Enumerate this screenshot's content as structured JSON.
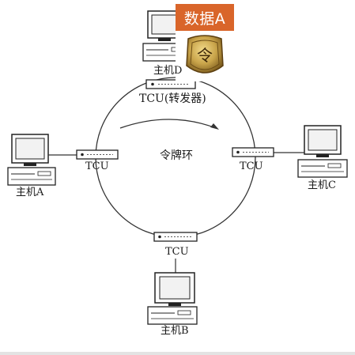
{
  "nodes": {
    "host_a": {
      "label": "主机A"
    },
    "host_b": {
      "label": "主机B"
    },
    "host_c": {
      "label": "主机C"
    },
    "host_d": {
      "label": "主机D"
    }
  },
  "tcu": {
    "top_label": "TCU(转发器)",
    "left_label": "TCU",
    "right_label": "TCU",
    "bottom_label": "TCU"
  },
  "ring": {
    "label": "令牌环"
  },
  "token": {
    "badge": "数据A",
    "glyph": "令"
  },
  "colors": {
    "badge_bg": "#d9652a",
    "token_gold": "#c9a44a",
    "line": "#333333"
  }
}
